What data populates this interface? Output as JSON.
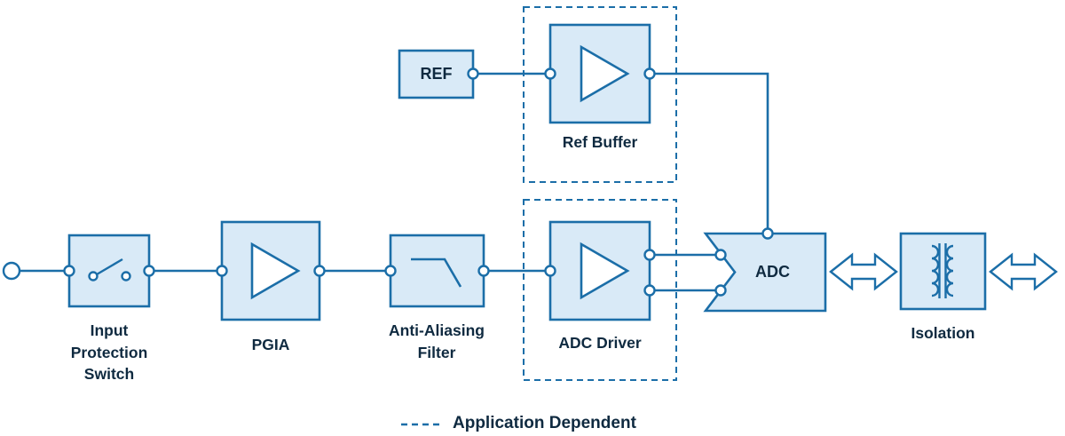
{
  "figure": {
    "type": "signal-chain-block-diagram",
    "colors": {
      "line": "#1b6ea8",
      "block_fill": "#d9eaf7",
      "symbol_fill": "#ffffff",
      "text": "#0f2a40"
    },
    "blocks": {
      "ref": {
        "label": "REF"
      },
      "ref_buffer": {
        "label": "Ref Buffer",
        "application_dependent": true
      },
      "input_protection_switch": {
        "label": "Input Protection Switch"
      },
      "pgia": {
        "label": "PGIA"
      },
      "anti_aliasing_filter": {
        "label": "Anti-Aliasing Filter"
      },
      "adc_driver": {
        "label": "ADC Driver",
        "application_dependent": true
      },
      "adc": {
        "label": "ADC"
      },
      "isolation": {
        "label": "Isolation"
      }
    },
    "legend": {
      "label": "Application Dependent"
    }
  }
}
